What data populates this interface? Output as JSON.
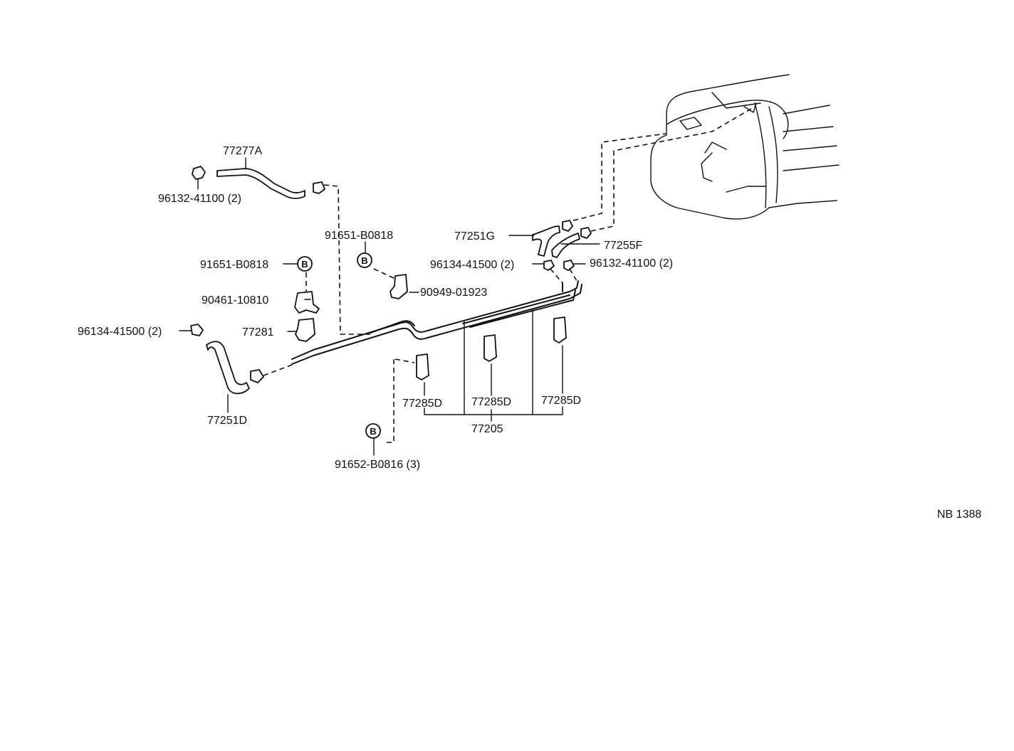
{
  "diagram": {
    "reference_code": "NB 1388",
    "callout_letter": "B",
    "labels": {
      "p77277A": "77277A",
      "p96132_41100_left": "96132-41100 (2)",
      "p91651_B0818_center": "91651-B0818",
      "p91651_B0818_left": "91651-B0818",
      "p90461_10810": "90461-10810",
      "p77281": "77281",
      "p96134_41500_left": "96134-41500 (2)",
      "p77251D": "77251D",
      "p90949_01923": "90949-01923",
      "p77251G": "77251G",
      "p77255F": "77255F",
      "p96134_41500_right": "96134-41500 (2)",
      "p96132_41100_right": "96132-41100 (2)",
      "p77285D_1": "77285D",
      "p77285D_2": "77285D",
      "p77285D_3": "77285D",
      "p77205": "77205",
      "p91652_B0816": "91652-B0816 (3)"
    }
  }
}
